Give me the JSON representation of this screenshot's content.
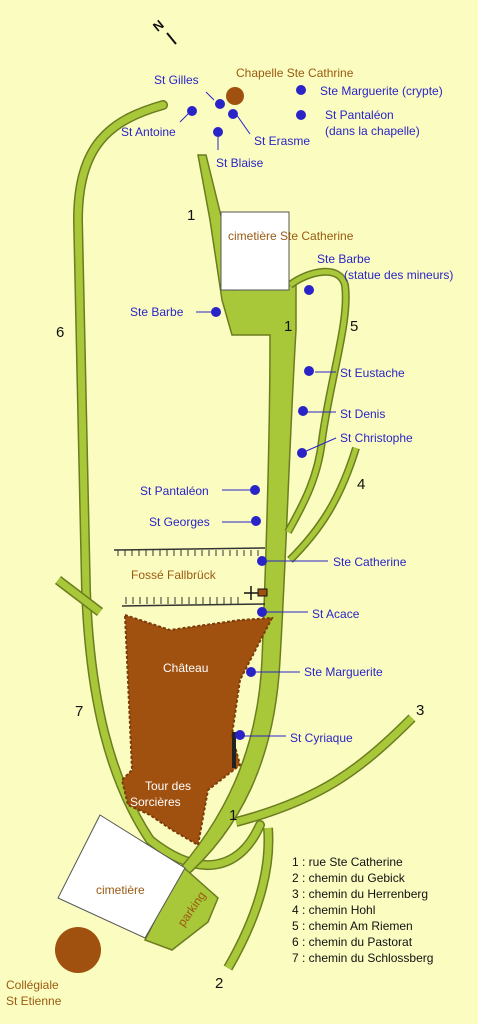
{
  "north_label": "N",
  "saints": {
    "st_gilles": "St Gilles",
    "chapelle": "Chapelle Ste Cathrine",
    "ste_marguerite_crypte": "Ste Marguerite (crypte)",
    "st_antoine": "St Antoine",
    "st_pantaleon_chapelle_1": "St Pantaléon",
    "st_pantaleon_chapelle_2": "(dans la chapelle)",
    "st_erasme": "St Erasme",
    "st_blaise": "St Blaise",
    "ste_barbe_mineurs_1": "Ste Barbe",
    "ste_barbe_mineurs_2": "(statue des mineurs)",
    "ste_barbe": "Ste Barbe",
    "st_eustache": "St Eustache",
    "st_denis": "St Denis",
    "st_christophe": "St Christophe",
    "st_pantaleon": "St Pantaléon",
    "st_georges": "St Georges",
    "ste_catherine": "Ste Catherine",
    "st_acace": "St Acace",
    "ste_marguerite": "Ste Marguerite",
    "st_cyriaque": "St Cyriaque"
  },
  "places": {
    "cimetiere_ste_catherine": "cimetière Ste Catherine",
    "fosse": "Fossé Fallbrück",
    "chateau": "Château",
    "tour_1": "Tour des",
    "tour_2": "Sorcières",
    "cimetiere": "cimetière",
    "parking": "parking",
    "collegiale_1": "Collégiale",
    "collegiale_2": "St Etienne"
  },
  "road_numbers": {
    "r1_top": "1",
    "r1_mid": "1",
    "r1_low": "1",
    "r2": "2",
    "r3": "3",
    "r4": "4",
    "r5": "5",
    "r6": "6",
    "r7": "7"
  },
  "legend": [
    "1 : rue Ste Catherine",
    "2 : chemin du Gebick",
    "3 : chemin du Herrenberg",
    "4 : chemin Hohl",
    "5 : chemin Am Riemen",
    "6 : chemin du Pastorat",
    "7 : chemin du Schlossberg"
  ],
  "colors": {
    "background": "#fbfcc0",
    "road": "#a8c83a",
    "castle": "#a0500f",
    "marker": "#2a24c8",
    "text_blue": "#2a24c8",
    "text_brown": "#9a5a12"
  }
}
